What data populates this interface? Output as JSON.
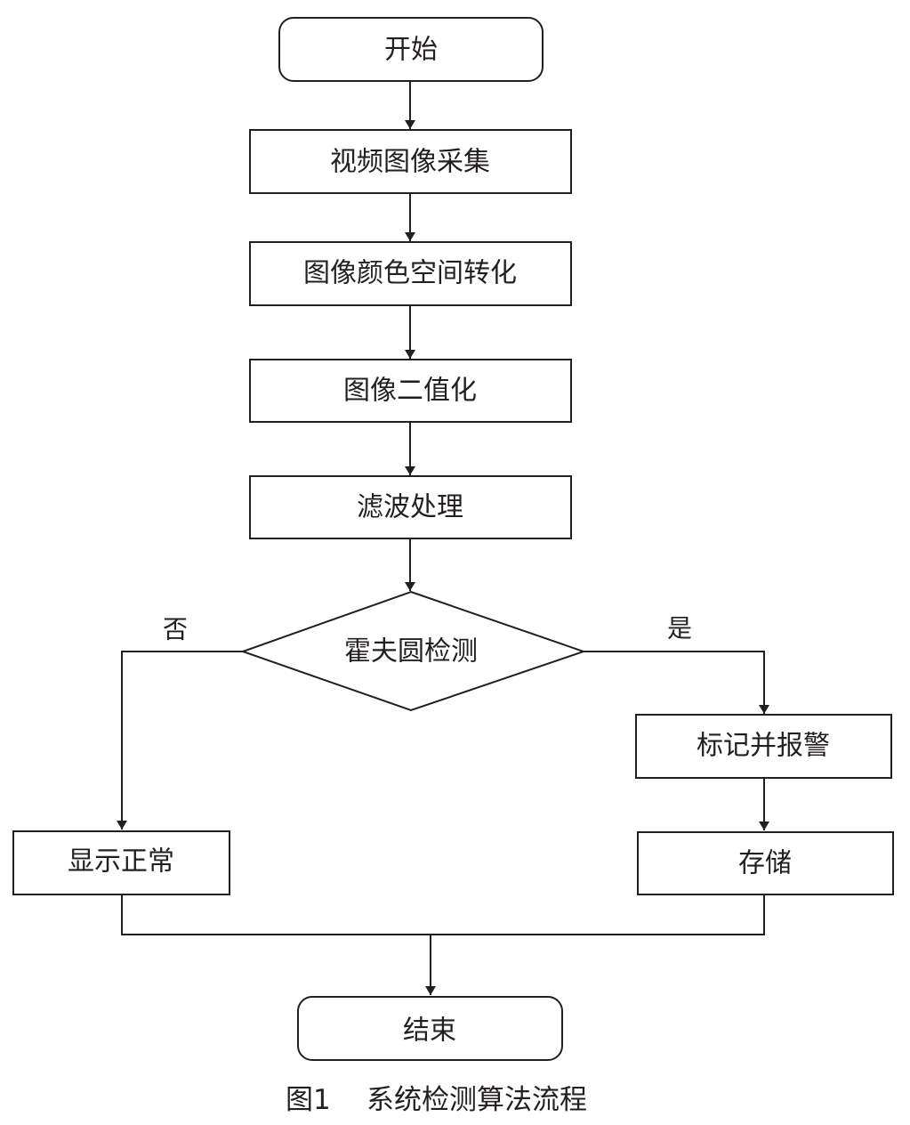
{
  "diagram": {
    "nodes": {
      "start": "开始",
      "capture": "视频图像采集",
      "color_convert": "图像颜色空间转化",
      "binarize": "图像二值化",
      "filter": "滤波处理",
      "hough": "霍夫圆检测",
      "mark_alarm": "标记并报警",
      "display_normal": "显示正常",
      "store": "存储",
      "end": "结束"
    },
    "branches": {
      "no": "否",
      "yes": "是"
    },
    "caption": {
      "figure_number": "图1",
      "title": "系统检测算法流程"
    }
  },
  "colors": {
    "stroke": "#231f20",
    "fill": "#ffffff",
    "background": "#ffffff"
  }
}
